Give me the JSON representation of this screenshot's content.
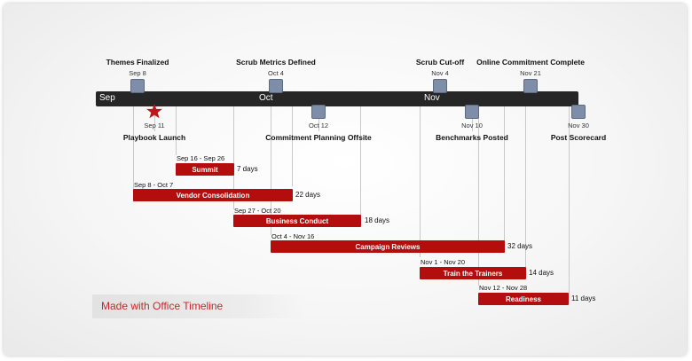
{
  "months": [
    "Sep",
    "Oct",
    "Nov"
  ],
  "milestones_above": [
    {
      "title": "Themes Finalized",
      "date": "Sep 8"
    },
    {
      "title": "Scrub Metrics Defined",
      "date": "Oct 4"
    },
    {
      "title": "Scrub Cut-off",
      "date": "Nov 4"
    },
    {
      "title": "Online Commitment Complete",
      "date": "Nov 21"
    }
  ],
  "milestones_below": [
    {
      "title": "Playbook Launch",
      "date": "Sep 11",
      "icon": "star-icon"
    },
    {
      "title": "Commitment Planning Offsite",
      "date": "Oct 12"
    },
    {
      "title": "Benchmarks Posted",
      "date": "Nov 10"
    },
    {
      "title": "Post Scorecard",
      "date": "Nov 30"
    }
  ],
  "tasks": [
    {
      "name": "Summit",
      "dates": "Sep 16 - Sep 26",
      "duration": "7 days"
    },
    {
      "name": "Vendor Consolidation",
      "dates": "Sep 8 - Oct 7",
      "duration": "22 days"
    },
    {
      "name": "Business Conduct",
      "dates": "Sep 27 - Oct 20",
      "duration": "18 days"
    },
    {
      "name": "Campaign Reviews",
      "dates": "Oct 4 - Nov 16",
      "duration": "32 days"
    },
    {
      "name": "Train the Trainers",
      "dates": "Nov 1 - Nov 20",
      "duration": "14 days"
    },
    {
      "name": "Readiness",
      "dates": "Nov 12 - Nov 28",
      "duration": "11 days"
    }
  ],
  "branding": "Made with Office Timeline",
  "colors": {
    "task": "#b40d0d",
    "bar": "#262626",
    "milestone": "#7f8ea8",
    "star": "#c0151b",
    "brand_text": "#c62828"
  }
}
